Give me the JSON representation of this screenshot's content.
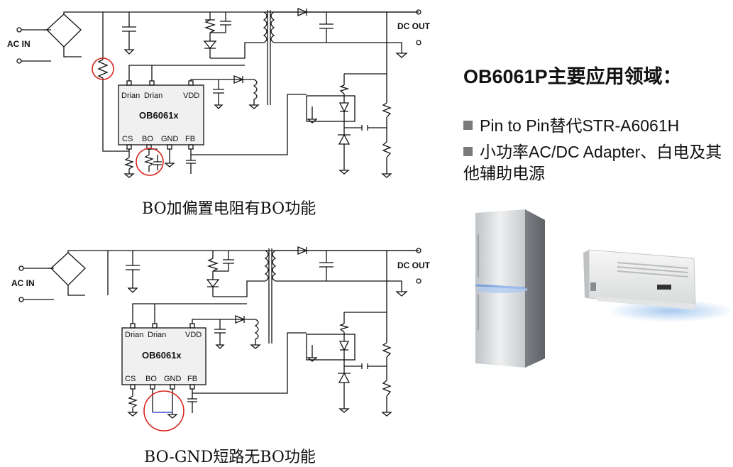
{
  "circuits": [
    {
      "ac_in": "AC IN",
      "dc_out": "DC OUT",
      "chip": "OB6061x",
      "pins_top": [
        "Drian",
        "Drian",
        "VDD"
      ],
      "pins_bottom": [
        "CS",
        "BO",
        "GND",
        "FB"
      ],
      "caption": "BO加偏置电阻有BO功能"
    },
    {
      "ac_in": "AC IN",
      "dc_out": "DC OUT",
      "chip": "OB6061x",
      "pins_top": [
        "Drian",
        "Drian",
        "VDD"
      ],
      "pins_bottom": [
        "CS",
        "BO",
        "GND",
        "FB"
      ],
      "caption": "BO-GND短路无BO功能"
    }
  ],
  "panel": {
    "heading": "OB6061P主要应用领域：",
    "bullets": [
      "Pin to Pin替代STR-A6061H",
      "小功率AC/DC Adapter、白电及其他辅助电源"
    ]
  },
  "colors": {
    "highlight": "#d9241c",
    "wire": "#111111",
    "short": "#3a4fd0"
  }
}
